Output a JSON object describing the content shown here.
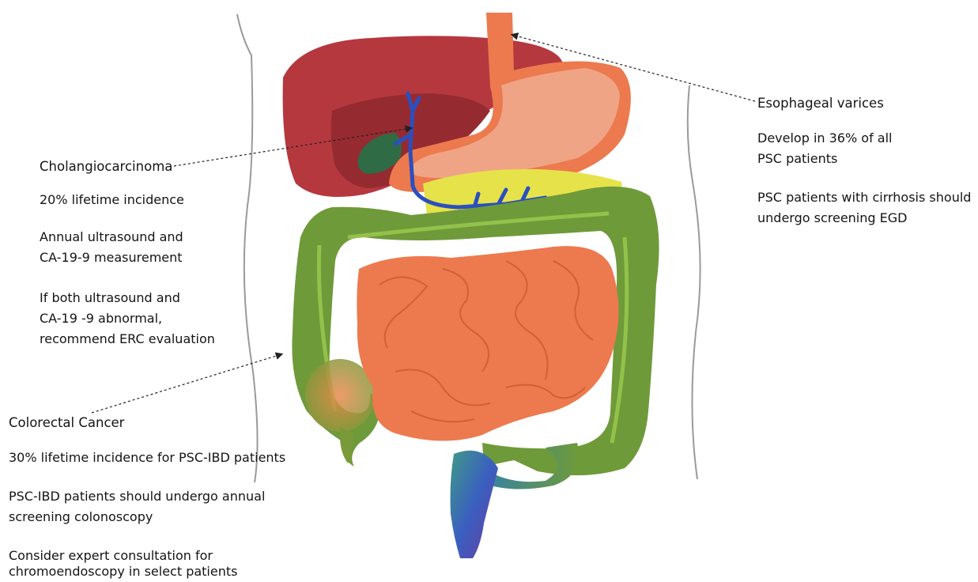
{
  "annotations": {
    "cholangiocarcinoma": {
      "title": "Cholangiocarcinoma",
      "line1": "20% lifetime incidence",
      "line2a": "Annual ultrasound and",
      "line2b": "CA-19-9 measurement",
      "line3a": "If both ultrasound and",
      "line3b": "CA-19 -9 abnormal,",
      "line3c": "recommend ERC evaluation"
    },
    "colorectal": {
      "title": "Colorectal Cancer",
      "line1": "30% lifetime incidence for PSC-IBD patients",
      "line2a": "PSC-IBD patients should undergo annual",
      "line2b": "screening colonoscopy",
      "line3a": "Consider expert consultation for",
      "line3b": "chromoendoscopy in select patients"
    },
    "esophageal": {
      "title": "Esophageal varices",
      "line1a": "Develop in 36% of all",
      "line1b": "PSC patients",
      "line2a": "PSC patients with cirrhosis should",
      "line2b": "undergo screening EGD"
    }
  },
  "colors": {
    "liver": "#b5383f",
    "stomach": "#f0a486",
    "esophagus": "#ec7a4e",
    "colon": "#6f9a3a",
    "small_intestine": "#ec7a4e",
    "pancreas": "#e6e24a",
    "bile_duct": "#2a4fbf",
    "gallbladder": "#2f6b45"
  }
}
